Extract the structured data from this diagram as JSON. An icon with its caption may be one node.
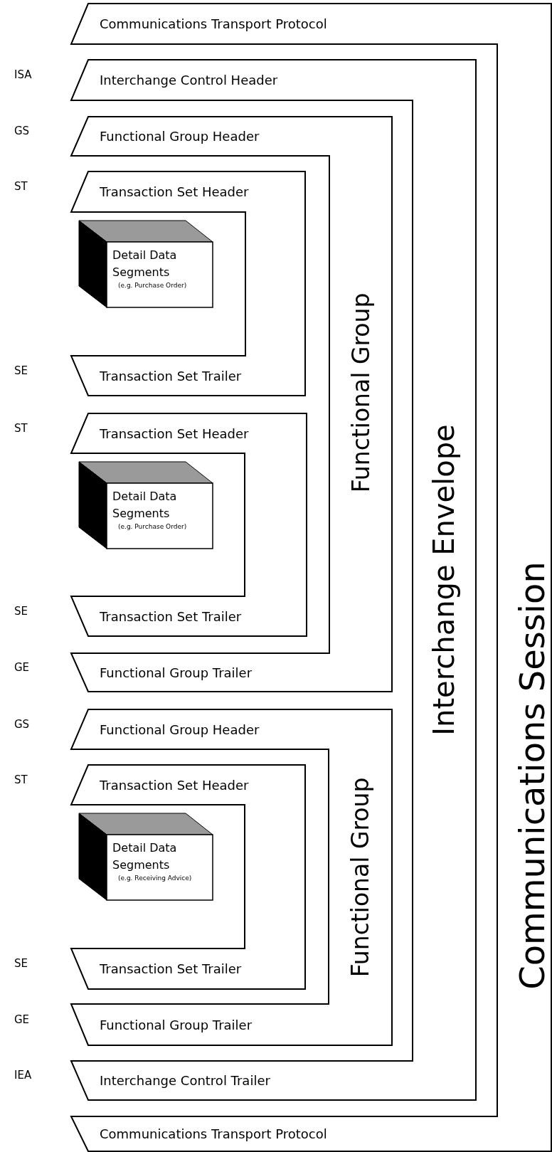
{
  "diagram": {
    "nodes": [
      {
        "text": [
          "Communications Transport Protocol",
          "Communications Session",
          "Communications Transport Protocol"
        ]
      },
      {
        "text": [
          "Interchange Control Header",
          "Interchange Envelope",
          "Interchange Control Trailer"
        ],
        "in": 0
      },
      {
        "text": [
          "Functional Group Header",
          "Functional Group",
          "Functional Group Trailer"
        ],
        "in": 1
      },
      {
        "text": [
          "Transaction Set Header",
          "Transaction Set Trailer"
        ],
        "in": 2
      },
      {
        "text": [
          "Detail Data Segments",
          "(e.g. Purchase Order)"
        ],
        "in": 3
      },
      {
        "text": [
          "Transaction Set Header",
          "Transaction Set Trailer"
        ],
        "in": 2
      },
      {
        "text": [
          "Detail Data Segments",
          "(e.g. Purchase Order)"
        ],
        "in": 5
      },
      {
        "text": [
          "Functional Group Header",
          "Functional Group",
          "Functional Group Trailer"
        ],
        "in": 1
      },
      {
        "text": [
          "Transaction Set Header",
          "Transaction Set Trailer"
        ],
        "in": 7
      },
      {
        "text": [
          "Detail Data Segments",
          "(e.g. Receiving Advice)"
        ],
        "in": 8
      }
    ],
    "labels": [
      "ISA",
      "GS",
      "ST",
      "SE",
      "ST",
      "SE",
      "GE",
      "GS",
      "ST",
      "SE",
      "GE",
      "IEA"
    ]
  }
}
